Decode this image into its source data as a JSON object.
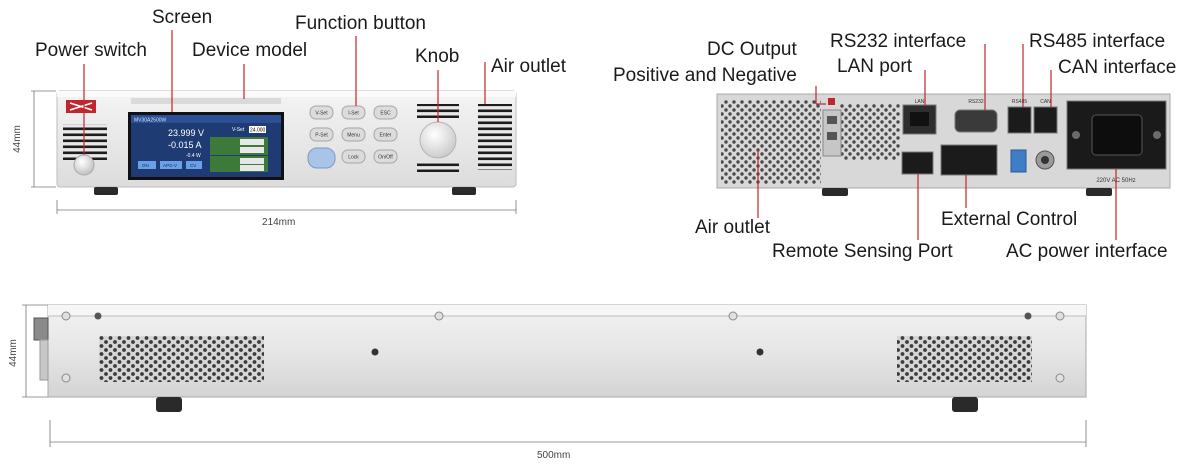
{
  "front_panel": {
    "labels": {
      "power_switch": "Power switch",
      "screen": "Screen",
      "device_model": "Device model",
      "function_button": "Function button",
      "knob": "Knob",
      "air_outlet": "Air outlet"
    },
    "dims": {
      "width": "214mm",
      "height": "44mm"
    },
    "display": {
      "header": "MV30A2500W",
      "voltage": "23.999 V",
      "current": "-0.015 A",
      "power": "-0.4 W",
      "vset_label": "V-Set",
      "vset_value": "24.000",
      "status_buttons": [
        "ON",
        "APG-V",
        "CV"
      ]
    },
    "buttons": [
      "V-Set",
      "I-Set",
      "ESC",
      "P-Set",
      "Menu",
      "Enter",
      "",
      "Lock",
      "On/Off"
    ]
  },
  "rear_panel": {
    "labels": {
      "dc_output": "DC Output",
      "positive_negative": "Positive and Negative",
      "rs232": "RS232 interface",
      "lan_port": "LAN port",
      "rs485": "RS485 interface",
      "can": "CAN interface",
      "air_outlet": "Air outlet",
      "external_control": "External Control",
      "remote_sensing": "Remote Sensing Port",
      "ac_power": "AC power interface"
    },
    "port_text": {
      "lan": "LAN",
      "rs232": "RS232",
      "rs485": "RS485",
      "can": "CAN",
      "ac": "220V AC 50Hz"
    }
  },
  "side_view": {
    "dims": {
      "length": "500mm",
      "height": "44mm"
    }
  },
  "colors": {
    "chassis_light": "#eeeeee",
    "chassis_dark": "#cfcfcf",
    "rear_panel": "#d8d8d8",
    "screen_bg": "#1f3b73",
    "accent_red": "#c0262c",
    "leader_red": "#c0262c",
    "foot": "#2a2a2a"
  }
}
